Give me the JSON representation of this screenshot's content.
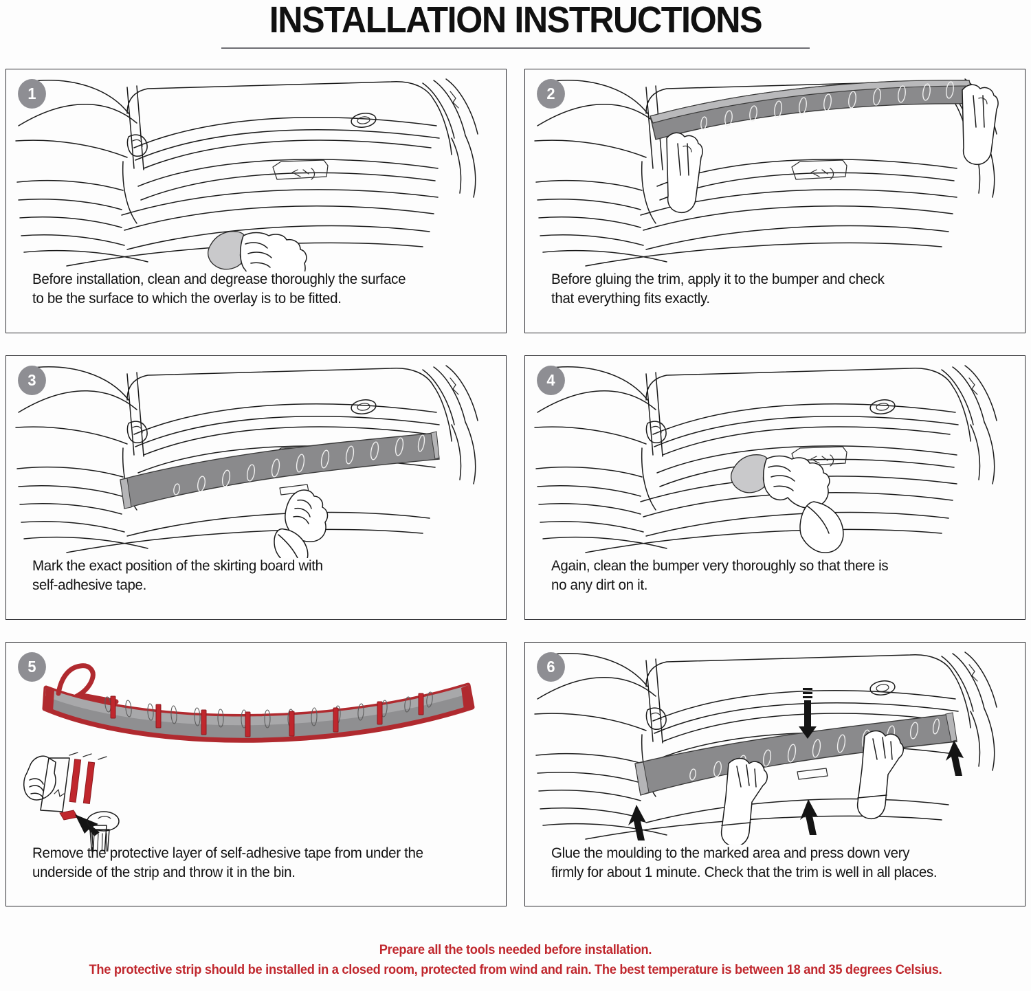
{
  "header": {
    "title": "INSTALLATION INSTRUCTIONS"
  },
  "steps": [
    {
      "number": "1",
      "illustration": "car-rear-bumper-hand-cleaning-with-cloth",
      "caption": "Before installation, clean and degrease thoroughly the surface\nto be  the surface to which the overlay is to be fitted."
    },
    {
      "number": "2",
      "illustration": "car-rear-bumper-two-hands-holding-trim-strip-for-fit-check",
      "caption": "Before gluing the trim, apply it to the bumper and check\nthat everything fits exactly."
    },
    {
      "number": "3",
      "illustration": "car-rear-bumper-trim-in-place-hand-marking-position",
      "caption": "Mark the exact position of the skirting board with\nself-adhesive tape."
    },
    {
      "number": "4",
      "illustration": "car-rear-bumper-hand-cleaning-again-with-cloth",
      "caption": "Again, clean the bumper very thoroughly so that there is\nno any dirt on it."
    },
    {
      "number": "5",
      "illustration": "trim-strip-underside-with-red-protective-tape-and-hand-discarding-liner-into-bin",
      "caption": "Remove the protective layer of self-adhesive tape from under the\nunderside of the strip and throw it in the bin."
    },
    {
      "number": "6",
      "illustration": "car-rear-bumper-two-hands-pressing-trim-with-direction-arrows",
      "caption": "Glue the moulding to the marked area and press down very\nfirmly for about 1 minute. Check that the trim is well in all places."
    }
  ],
  "footer": {
    "line1": "Prepare all the tools needed before installation.",
    "line2": "The protective strip should be installed in a closed room, protected from wind and rain. The best temperature is between 18 and 35 degrees Celsius."
  },
  "colors": {
    "title": "#111111",
    "badge": "#8e8e93",
    "panel_border": "#2b2b2f",
    "trim_gray": "#8a8a8c",
    "tape_red": "#c0272d",
    "footer_red": "#c0272d",
    "background": "#fdfdfd"
  }
}
